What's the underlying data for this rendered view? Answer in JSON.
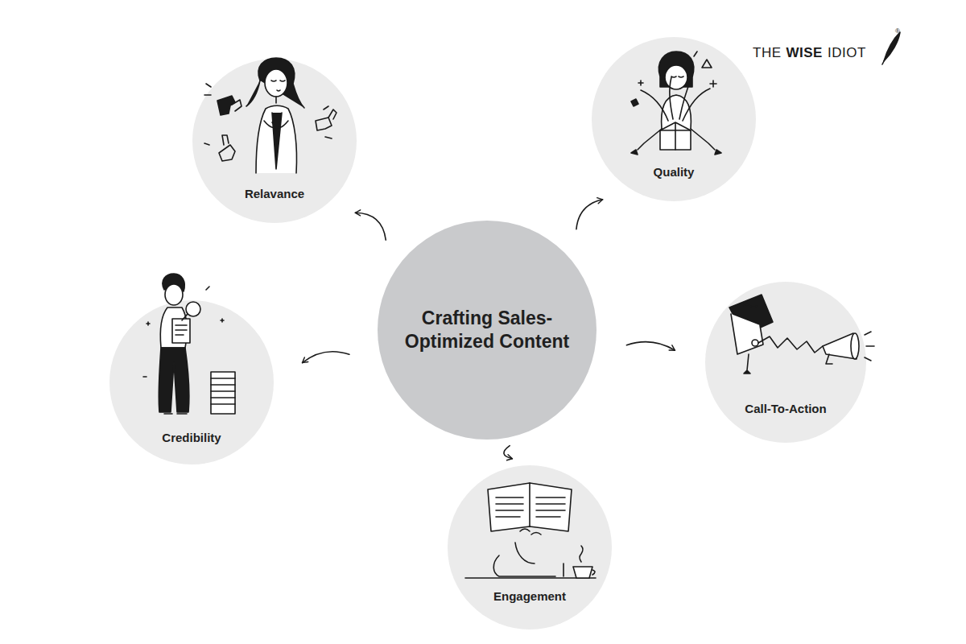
{
  "diagram": {
    "nodes": [
      {
        "text": [
          "Relavance"
        ]
      },
      {
        "text": [
          "Quality"
        ]
      },
      {
        "text": [
          "Crafting Sales- Optimized Content"
        ]
      },
      {
        "text": [
          "Credibility"
        ]
      },
      {
        "text": [
          "Call-To-Action"
        ]
      },
      {
        "text": [
          "Engagement"
        ]
      }
    ],
    "edges": [
      {
        "from": 2,
        "to": 0,
        "arrow": "to"
      },
      {
        "from": 2,
        "to": 1,
        "arrow": "to"
      },
      {
        "from": 2,
        "to": 3,
        "arrow": "to"
      },
      {
        "from": 2,
        "to": 4,
        "arrow": "to"
      },
      {
        "from": 2,
        "to": 5,
        "arrow": "to"
      }
    ],
    "labels": [
      "THE",
      "WISE",
      "IDIOT",
      "®"
    ]
  }
}
